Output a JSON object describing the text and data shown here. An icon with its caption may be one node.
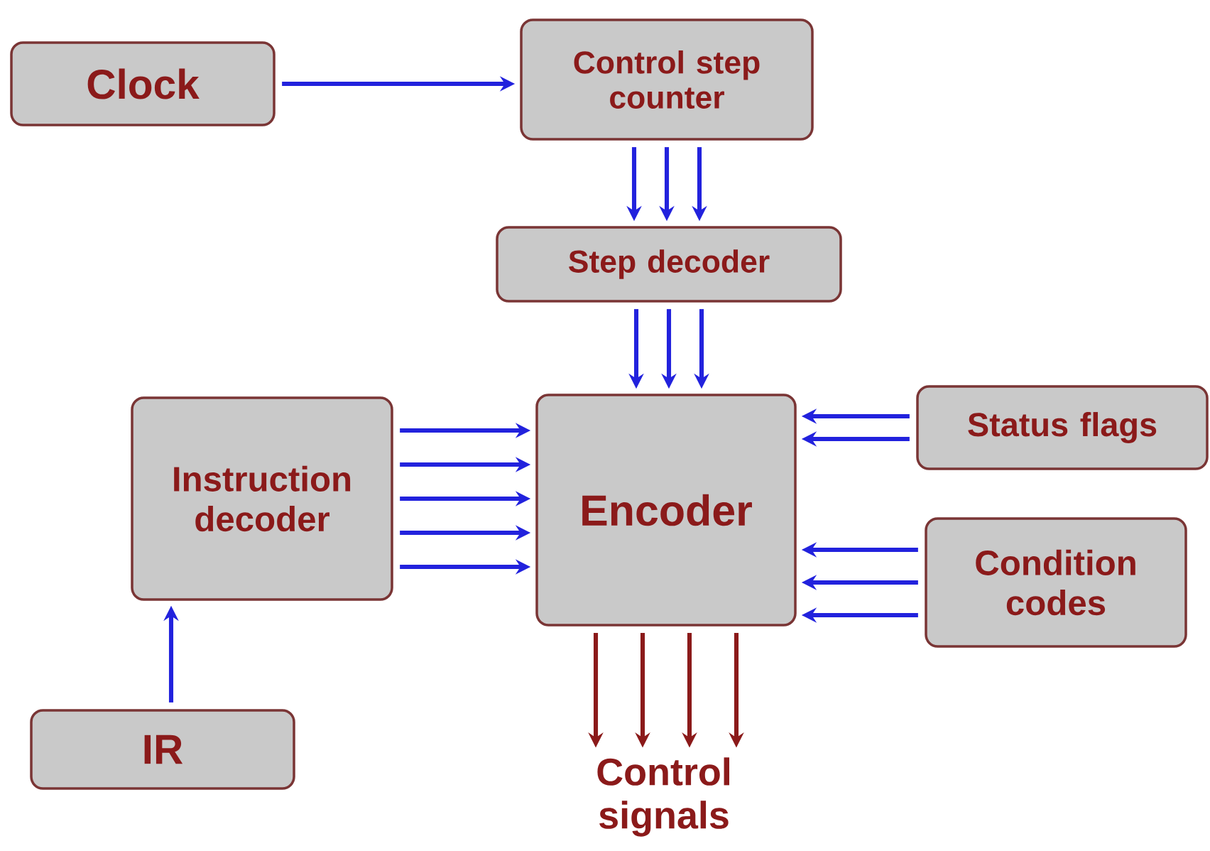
{
  "diagram": {
    "nodes": [
      {
        "text": [
          "Clock"
        ]
      },
      {
        "text": [
          "Control step counter"
        ]
      },
      {
        "text": [
          "Step decoder"
        ]
      },
      {
        "text": [
          "Instruction decoder"
        ]
      },
      {
        "text": [
          "Encoder"
        ]
      },
      {
        "text": [
          "Status flags"
        ]
      },
      {
        "text": [
          "Condition codes"
        ]
      },
      {
        "text": [
          "IR"
        ]
      },
      {
        "text": [
          "Control signals"
        ]
      }
    ],
    "edges": [
      {
        "from": 0,
        "to": 1,
        "arrow": "to"
      },
      {
        "from": 1,
        "to": 2,
        "arrow": "to"
      },
      {
        "from": 1,
        "to": 2,
        "arrow": "to"
      },
      {
        "from": 1,
        "to": 2,
        "arrow": "to"
      },
      {
        "from": 2,
        "to": 4,
        "arrow": "to"
      },
      {
        "from": 2,
        "to": 4,
        "arrow": "to"
      },
      {
        "from": 2,
        "to": 4,
        "arrow": "to"
      },
      {
        "from": 3,
        "to": 4,
        "arrow": "to"
      },
      {
        "from": 3,
        "to": 4,
        "arrow": "to"
      },
      {
        "from": 3,
        "to": 4,
        "arrow": "to"
      },
      {
        "from": 3,
        "to": 4,
        "arrow": "to"
      },
      {
        "from": 3,
        "to": 4,
        "arrow": "to"
      },
      {
        "from": 5,
        "to": 4,
        "arrow": "to"
      },
      {
        "from": 5,
        "to": 4,
        "arrow": "to"
      },
      {
        "from": 6,
        "to": 4,
        "arrow": "to"
      },
      {
        "from": 6,
        "to": 4,
        "arrow": "to"
      },
      {
        "from": 6,
        "to": 4,
        "arrow": "to"
      },
      {
        "from": 7,
        "to": 3,
        "arrow": "to"
      },
      {
        "from": 4,
        "to": 8,
        "arrow": "to",
        "color": "#8b1a1a"
      },
      {
        "from": 4,
        "to": 8,
        "arrow": "to",
        "color": "#8b1a1a"
      },
      {
        "from": 4,
        "to": 8,
        "arrow": "to",
        "color": "#8b1a1a"
      },
      {
        "from": 4,
        "to": 8,
        "arrow": "to",
        "color": "#8b1a1a"
      }
    ]
  }
}
